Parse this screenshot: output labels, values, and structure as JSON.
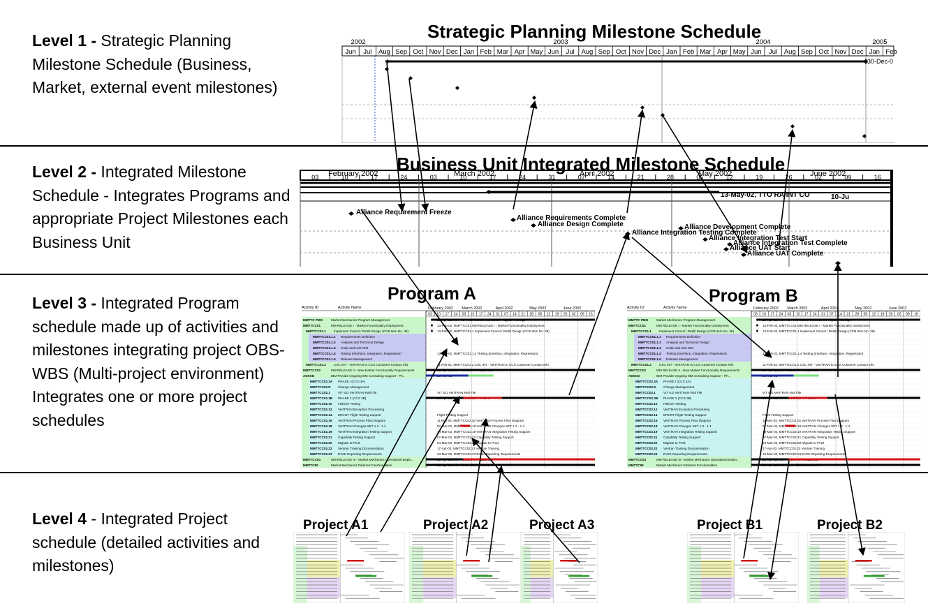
{
  "levels": [
    {
      "bold": "Level 1 -",
      "text": " Strategic Planning Milestone Schedule (Business, Market, external event milestones)"
    },
    {
      "bold": "Level 2 -",
      "text": " Integrated Milestone Schedule - Integrates Programs and appropriate Project Milestones each Business Unit"
    },
    {
      "bold": "Level 3 -",
      "text": " Integrated Program schedule made up of activities and milestones integrating project OBS-WBS (Multi-project environment) Integrates one or more project schedules"
    },
    {
      "bold": "Level 4",
      "text": " - Integrated Project schedule (detailed activities and milestones)"
    }
  ],
  "level1": {
    "title": "Strategic Planning Milestone Schedule",
    "years": [
      "2002",
      "2003",
      "2004",
      "2005"
    ],
    "months": [
      "Jun",
      "Jul",
      "Aug",
      "Sep",
      "Oct",
      "Nov",
      "Dec",
      "Jan",
      "Feb",
      "Mar",
      "Apr",
      "May",
      "Jun",
      "Jul",
      "Aug",
      "Sep",
      "Oct",
      "Nov",
      "Dec",
      "Jan",
      "Feb",
      "Mar",
      "Apr",
      "May",
      "Jun",
      "Jul",
      "Aug",
      "Sep",
      "Oct",
      "Nov",
      "Dec",
      "Jan",
      "Feb"
    ],
    "end_label": "30-Dec-0"
  },
  "level2": {
    "title": "Business Unit Integrated Milestone Schedule",
    "months": [
      "February 2002",
      "March 2002",
      "April 2002",
      "May 2002",
      "June 2002"
    ],
    "weeks": [
      "03",
      "10",
      "17",
      "24",
      "03",
      "10",
      "17",
      "24",
      "31",
      "07",
      "14",
      "21",
      "28",
      "05",
      "12",
      "19",
      "26",
      "02",
      "09",
      "16"
    ],
    "labels": [
      "Alliance Requirement Freeze",
      "Alliance Requirements Complete",
      "Alliance Design Complete",
      "Alliance Development Complete",
      "Alliance Integration Testing Complete",
      "Alliance Integration Test Start",
      "Alliance Integration Test Complete",
      "Alliance UAT Start",
      "Alliance UAT Complete",
      "13-May-02, TTO RA/INT CO",
      "10-Ju"
    ]
  },
  "programs": [
    {
      "title": "Program A"
    },
    {
      "title": "Program B"
    }
  ],
  "program_gantt": {
    "col_activity_id": "Activity ID",
    "col_activity_name": "Activity Name",
    "months": [
      "February 2002",
      "March 2002",
      "April 2002",
      "May 2002",
      "June 2002"
    ],
    "weeks": [
      "03",
      "10",
      "17",
      "24",
      "03",
      "10",
      "17",
      "24",
      "31",
      "07",
      "14",
      "21",
      "28",
      "05",
      "12",
      "19",
      "26",
      "02",
      "09",
      "16"
    ],
    "rows": [
      {
        "id": "MMTTC PMO",
        "name": "Market Mechanics Program Management",
        "note": "26-Apr-02, MMTTC PMO Market Mechanics Program Manage"
      },
      {
        "id": "MMTTCC01",
        "name": "MM RELEASE I - Market Functionality Deployment",
        "note": "13-Feb-02, MMTTCC01 MM RELEASE I - Market Functionality Deployment"
      },
      {
        "id": "MMTTCC01.1",
        "name": "Implement Cancel / Rebill Design (CCB Item No. 38)",
        "note": "13-Feb-02, MMTTCC01.1 Implement Cancel / Rebill Design (CCB Item No. 38)"
      },
      {
        "id": "MMTTCC01.1.1",
        "name": "Requirements Definition",
        "note": ""
      },
      {
        "id": "MMTTCC01.1.2",
        "name": "Analysis and Technical Design",
        "note": ""
      },
      {
        "id": "MMTTCC01.1.3",
        "name": "Code and Unit Test",
        "note": ""
      },
      {
        "id": "MMTTCC01.1.4",
        "name": "Testing (Interface, Integration, Regression)",
        "note": "13-Feb-02, MMTTCC01.1.4 Testing (Interface, Integration, Regression)"
      },
      {
        "id": "MMTTCC01.1.6",
        "name": "Release Management",
        "note": ""
      },
      {
        "id": "MMTTCC01.2",
        "name": "CSC INT - VertTRAN to CCS Customer Contact Info",
        "note": "11-Feb-02, MMTTCC01.2 CSC INT - VertTRAN to CCS Customer Contact Info"
      },
      {
        "id": "MMTTCC02",
        "name": "MM RELEASE II - New Market Functionality Requirements",
        "note": "26-Apr-02, MMTTCC02 MM RELEASE"
      },
      {
        "id": "ADSCD",
        "name": "IBM Provide Ongoing MM Consulting Support - Ph...",
        "note": "26-Mar-02"
      },
      {
        "id": "MMTTCC02.3A",
        "name": "PHASE I (CCS 3A)",
        "note": ""
      },
      {
        "id": "MMTTCC02.D",
        "name": "Change Management",
        "note": ""
      },
      {
        "id": "MMTTCC02.1",
        "name": "VIT 6.D VertTRAN Rail File",
        "note": "VIT 6.D VertTRAN Rail File"
      },
      {
        "id": "MMTTCC02.3B",
        "name": "PHASE 2 (CCS 3B)",
        "note": "26-Apr-02, MMTTCC02.3B PHASE 2"
      },
      {
        "id": "MMTTCC02.10",
        "name": "Failover Testing",
        "note": ""
      },
      {
        "id": "MMTTCC02.12",
        "name": "VertTRAN Exception Processing",
        "note": ""
      },
      {
        "id": "MMTTCC02.14",
        "name": "ERCOT Flight Testing Support",
        "note": "Flight Testing Support"
      },
      {
        "id": "MMTTCC02.16",
        "name": "VertTRAN Process Flow Diagram",
        "note": "11-Mar-02, MMTTCC02.16 VertTRAN Process Flow Diagram"
      },
      {
        "id": "MMTTCC02.18",
        "name": "VertTRAN Changes SET 1.3 - 1.4",
        "note": "07-Mar-02, MMTTCC02.18 VertTRAN Changes SET 1.3 - 1.4"
      },
      {
        "id": "MMTTCC02.19",
        "name": "VertTRAN Integration Testing Support",
        "note": "14-Mar-02, MMTTCC02.19 VertTRAN Integration Testing Support"
      },
      {
        "id": "MMTTCC02.21",
        "name": "Capability Testing Support",
        "note": "07-Mar-02, MMTTCC02.21 Capability Testing Support"
      },
      {
        "id": "MMTTCC02.20",
        "name": "Migrate to Prod",
        "note": "04-Mar-02, MMTTCC02.20 Migrate to Prod"
      },
      {
        "id": "MMTTCC02.22",
        "name": "Ventran Training Documentation",
        "note": "17-Apr-02, MMTTCC02.22 Ventran Training"
      },
      {
        "id": "MMTTCC02.23",
        "name": "EV2K Reporting Requirements",
        "note": "24-Mar-02, MMTTCC02.23 EV2K Reporting Requirements"
      },
      {
        "id": "MMTTCC03",
        "name": "MM RELEASE III - Market Mechanics Operational Deplo...",
        "note": "26-Apr-02, MMTTCC03 MM RELEASE"
      },
      {
        "id": "MMTTC90",
        "name": "Market Mechanics Deferred Functionalities",
        "note": "26-Apr-02, MMTTC90 Market Mechanic"
      }
    ]
  },
  "projects": [
    {
      "title": "Project A1"
    },
    {
      "title": "Project A2"
    },
    {
      "title": "Project A3"
    },
    {
      "title": "Project B1"
    },
    {
      "title": "Project B2"
    }
  ]
}
